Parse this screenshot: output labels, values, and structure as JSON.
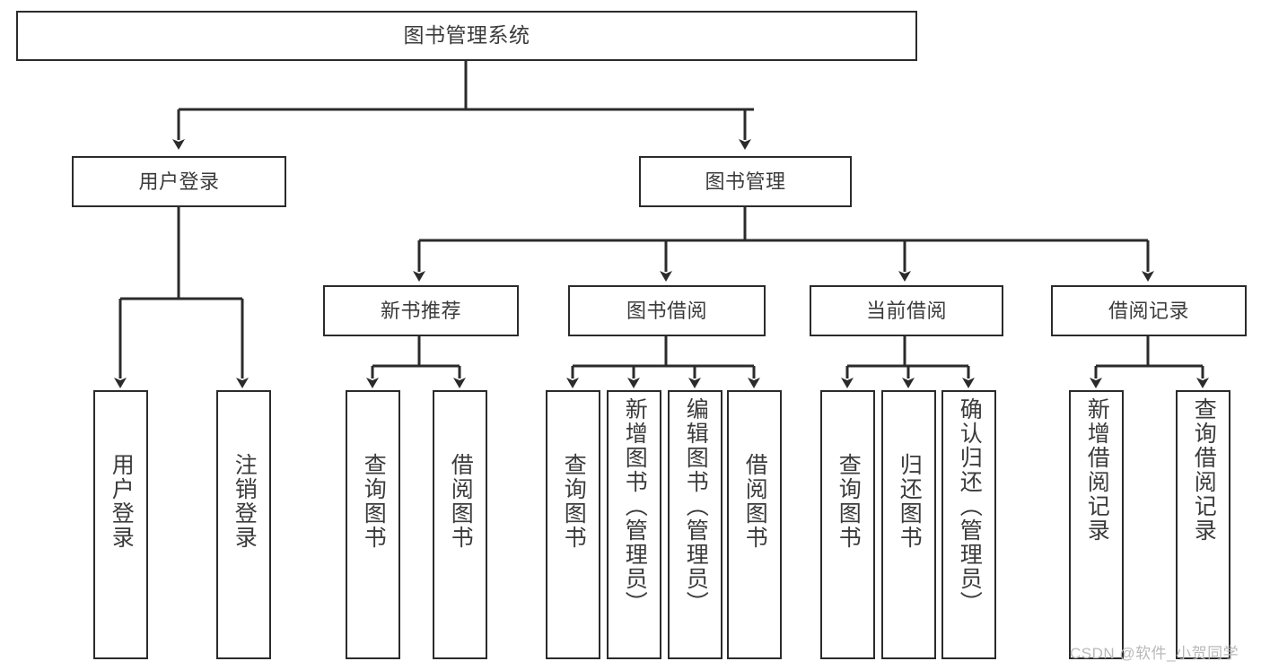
{
  "diagram": {
    "title": "图书管理系统",
    "type": "tree",
    "watermark": "CSDN @软件_小贺同学",
    "colors": {
      "box_border": "#2b2b2b",
      "box_fill": "#ffffff",
      "text": "#3b3b3b",
      "edge": "#2b2b2b",
      "watermark": "#b9b9b9"
    },
    "root": {
      "label": "图书管理系统"
    },
    "level1": [
      {
        "label": "用户登录"
      },
      {
        "label": "图书管理"
      }
    ],
    "level2": [
      {
        "label": "新书推荐"
      },
      {
        "label": "图书借阅"
      },
      {
        "label": "当前借阅"
      },
      {
        "label": "借阅记录"
      }
    ],
    "leaves": {
      "user_login": [
        {
          "label": "用户登录"
        },
        {
          "label": "注销登录"
        }
      ],
      "new_book_recommend": [
        {
          "label": "查询图书"
        },
        {
          "label": "借阅图书"
        }
      ],
      "book_borrow": [
        {
          "label": "查询图书"
        },
        {
          "label": "新增图书（管理员）"
        },
        {
          "label": "编辑图书（管理员）"
        },
        {
          "label": "借阅图书"
        }
      ],
      "current_borrow": [
        {
          "label": "查询图书"
        },
        {
          "label": "归还图书"
        },
        {
          "label": "确认归还（管理员）"
        }
      ],
      "borrow_record": [
        {
          "label": "新增借阅记录"
        },
        {
          "label": "查询借阅记录"
        }
      ]
    }
  }
}
